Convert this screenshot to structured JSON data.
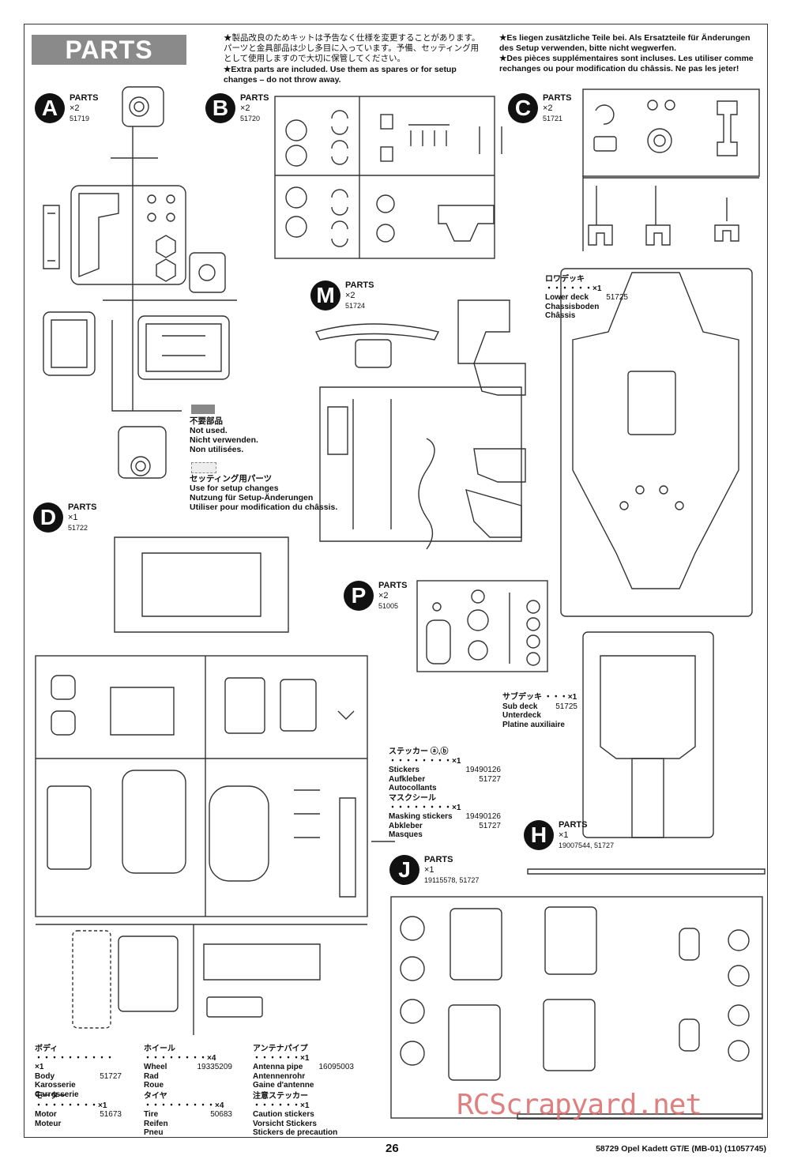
{
  "header": {
    "title": "PARTS",
    "note_jp": "★製品改良のためキットは予告なく仕様を変更することがあります。パーツと金具部品は少し多目に入っています。予備、セッティング用として使用しますので大切に保管してください。",
    "note_en": "★Extra parts are included. Use them as spares or for setup changes – do not throw away.",
    "note_de": "★Es liegen zusätzliche Teile bei. Als Ersatzteile für Änderungen des Setup verwenden, bitte nicht wegwerfen.",
    "note_fr": "★Des pièces supplémentaires sont incluses. Les utiliser comme rechanges ou pour modification du châssis. Ne pas les jeter!"
  },
  "sprues": [
    {
      "letter": "A",
      "label": "PARTS",
      "qty": "×2",
      "code": "51719"
    },
    {
      "letter": "B",
      "label": "PARTS",
      "qty": "×2",
      "code": "51720"
    },
    {
      "letter": "C",
      "label": "PARTS",
      "qty": "×2",
      "code": "51721"
    },
    {
      "letter": "M",
      "label": "PARTS",
      "qty": "×2",
      "code": "51724"
    },
    {
      "letter": "D",
      "label": "PARTS",
      "qty": "×1",
      "code": "51722"
    },
    {
      "letter": "P",
      "label": "PARTS",
      "qty": "×2",
      "code": "51005"
    },
    {
      "letter": "H",
      "label": "PARTS",
      "qty": "×1",
      "code": "19007544, 51727"
    },
    {
      "letter": "J",
      "label": "PARTS",
      "qty": "×1",
      "code": "19115578, 51727"
    }
  ],
  "legend": {
    "not_used": [
      "不要部品",
      "Not used.",
      "Nicht verwenden.",
      "Non utilisées."
    ],
    "setup": [
      "セッティング用パーツ",
      "Use for setup changes",
      "Nutzung für Setup-Änderungen",
      "Utiliser pour modification du châssis."
    ]
  },
  "chassis": {
    "lower_deck": {
      "jp": "ロワデッキ ・・・・・・×1",
      "code": "51725",
      "names": [
        "Lower deck",
        "Chassisboden",
        "Châssis"
      ]
    },
    "sub_deck": {
      "jp": "サブデッキ ・・・×1",
      "code": "51725",
      "names": [
        "Sub deck",
        "Unterdeck",
        "Platine auxiliaire"
      ]
    }
  },
  "stickers": {
    "stickers": {
      "jp": "ステッカー ⓐ,ⓑ ・・・・・・・・×1",
      "codes": [
        "19490126",
        "51727"
      ],
      "names": [
        "Stickers",
        "Aufkleber",
        "Autocollants"
      ]
    },
    "masking": {
      "jp": "マスクシール ・・・・・・・・×1",
      "codes": [
        "19490126",
        "51727"
      ],
      "names": [
        "Masking stickers",
        "Abkleber",
        "Masques"
      ]
    }
  },
  "bottom_items": [
    {
      "jp": "ボディ ・・・・・・・・・・×1",
      "code": "51727",
      "names": [
        "Body",
        "Karosserie",
        "Carrosserie"
      ]
    },
    {
      "jp": "ホイール ・・・・・・・・×4",
      "code": "19335209",
      "names": [
        "Wheel",
        "Rad",
        "Roue"
      ]
    },
    {
      "jp": "アンテナパイプ ・・・・・・×1",
      "code": "16095003",
      "names": [
        "Antenna pipe",
        "Antennenrohr",
        "Gaine d'antenne"
      ]
    },
    {
      "jp": "モーター ・・・・・・・・×1",
      "code": "51673",
      "names": [
        "Motor",
        "Moteur"
      ]
    },
    {
      "jp": "タイヤ ・・・・・・・・・×4",
      "code": "50683",
      "names": [
        "Tire",
        "Reifen",
        "Pneu"
      ]
    },
    {
      "jp": "注意ステッカー ・・・・・・×1",
      "code": "",
      "names": [
        "Caution stickers",
        "Vorsicht Stickers",
        "Stickers de precaution"
      ]
    }
  ],
  "footer": {
    "page": "26",
    "model": "58729  Opel Kadett GT/E (MB-01) (11057745)"
  },
  "watermark": "RCScrapyard.net"
}
